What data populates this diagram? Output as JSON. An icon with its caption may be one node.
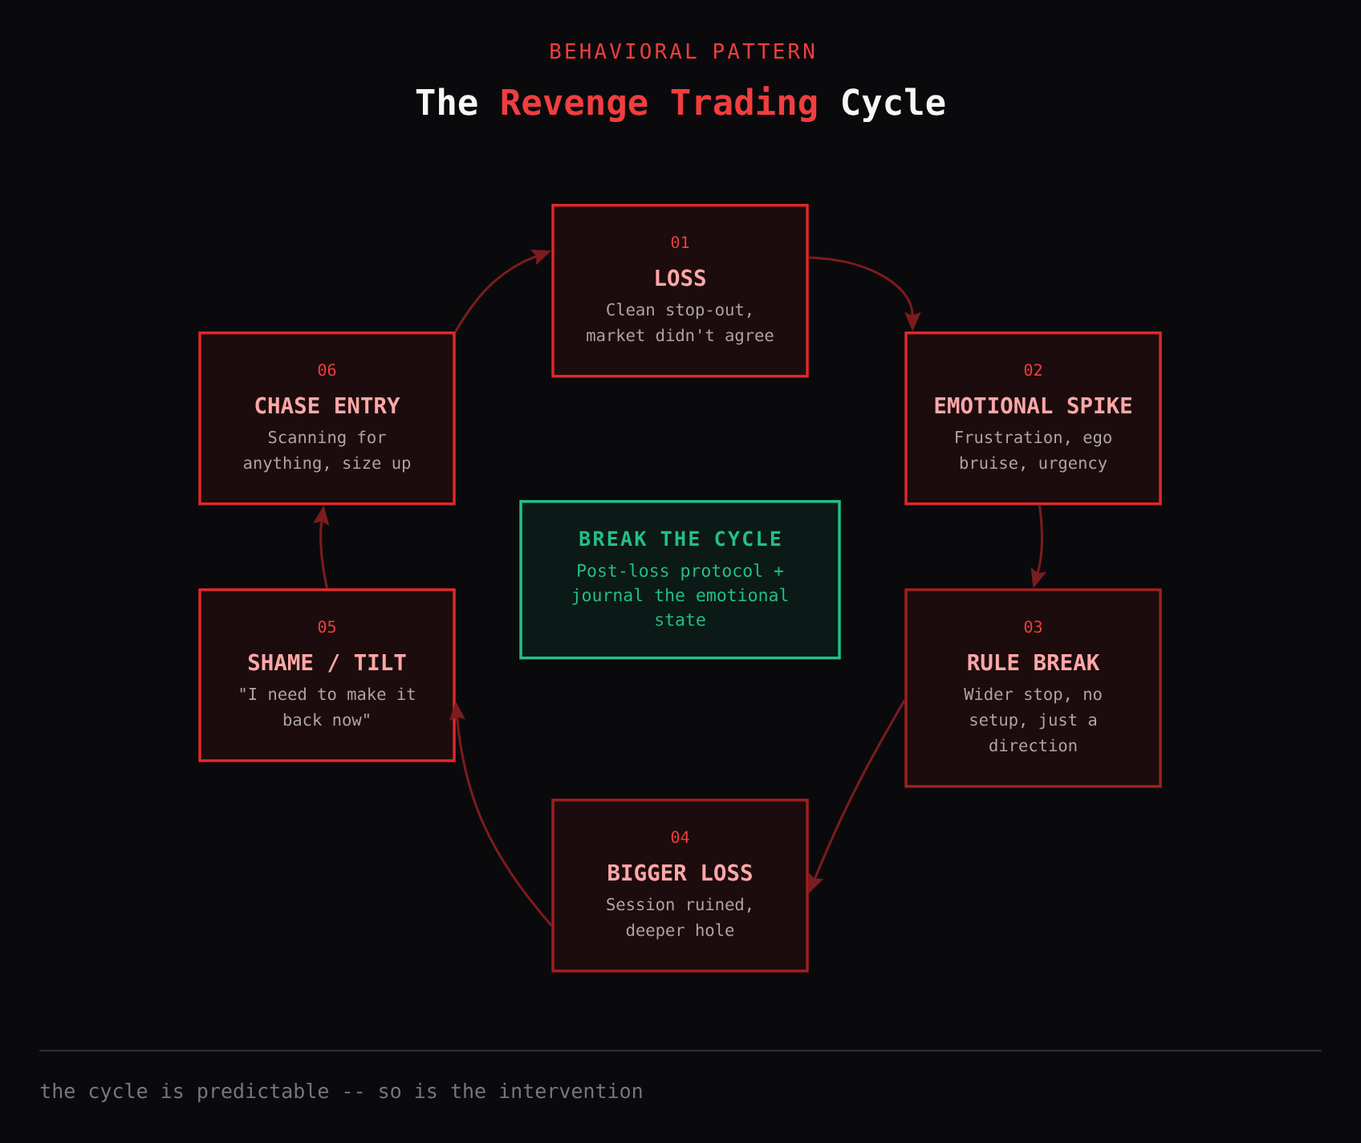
{
  "diagram": {
    "title": "The **Revenge Trading** Cycle",
    "caption": "the cycle is predictable -- so is the intervention",
    "nodes": [
      {
        "text": [
          "01",
          "LOSS",
          "Clean stop-out, market didn't agree"
        ]
      },
      {
        "text": [
          "02",
          "EMOTIONAL SPIKE",
          "Frustration, ego bruise, urgency"
        ]
      },
      {
        "text": [
          "03",
          "RULE BREAK",
          "Wider stop, no setup, just a direction"
        ]
      },
      {
        "text": [
          "04",
          "BIGGER LOSS",
          "Session ruined, deeper hole"
        ]
      },
      {
        "text": [
          "05",
          "SHAME / TILT",
          "\"I need to make it back now\""
        ]
      },
      {
        "text": [
          "06",
          "CHASE ENTRY",
          "Scanning for anything, size up"
        ]
      },
      {
        "text": [
          "BREAK THE CYCLE",
          "Post-loss protocol + journal the emotional state"
        ]
      }
    ],
    "edges": [
      {
        "from": 0,
        "to": 1,
        "arrow": "to"
      },
      {
        "from": 1,
        "to": 2,
        "arrow": "to"
      },
      {
        "from": 2,
        "to": 3,
        "arrow": "to"
      },
      {
        "from": 3,
        "to": 4,
        "arrow": "to"
      },
      {
        "from": 4,
        "to": 5,
        "arrow": "to"
      },
      {
        "from": 5,
        "to": 0,
        "arrow": "to"
      }
    ],
    "labels": [
      "BEHAVIORAL PATTERN"
    ]
  }
}
